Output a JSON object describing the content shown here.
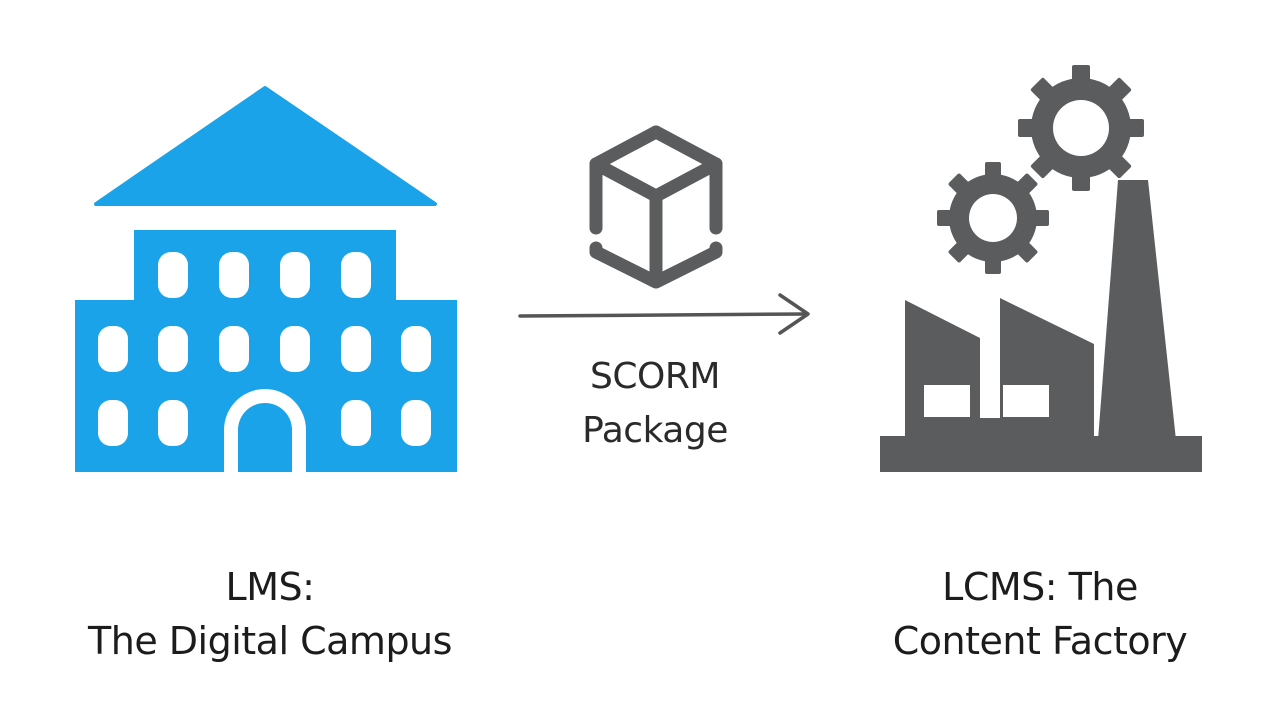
{
  "colors": {
    "campus_blue": "#1aa3e8",
    "factory_gray": "#5b5c5e",
    "arrow_gray": "#555555",
    "text": "#1c1c1c"
  },
  "icons": {
    "campus": "campus-building-icon",
    "package": "package-cube-icon",
    "factory": "factory-icon",
    "gears": "gear-icon"
  },
  "lms": {
    "line1": "LMS:",
    "line2": "The Digital Campus"
  },
  "lcms": {
    "line1": "LCMS: The",
    "line2": "Content Factory"
  },
  "connector": {
    "line1": "SCORM",
    "line2": "Package"
  }
}
